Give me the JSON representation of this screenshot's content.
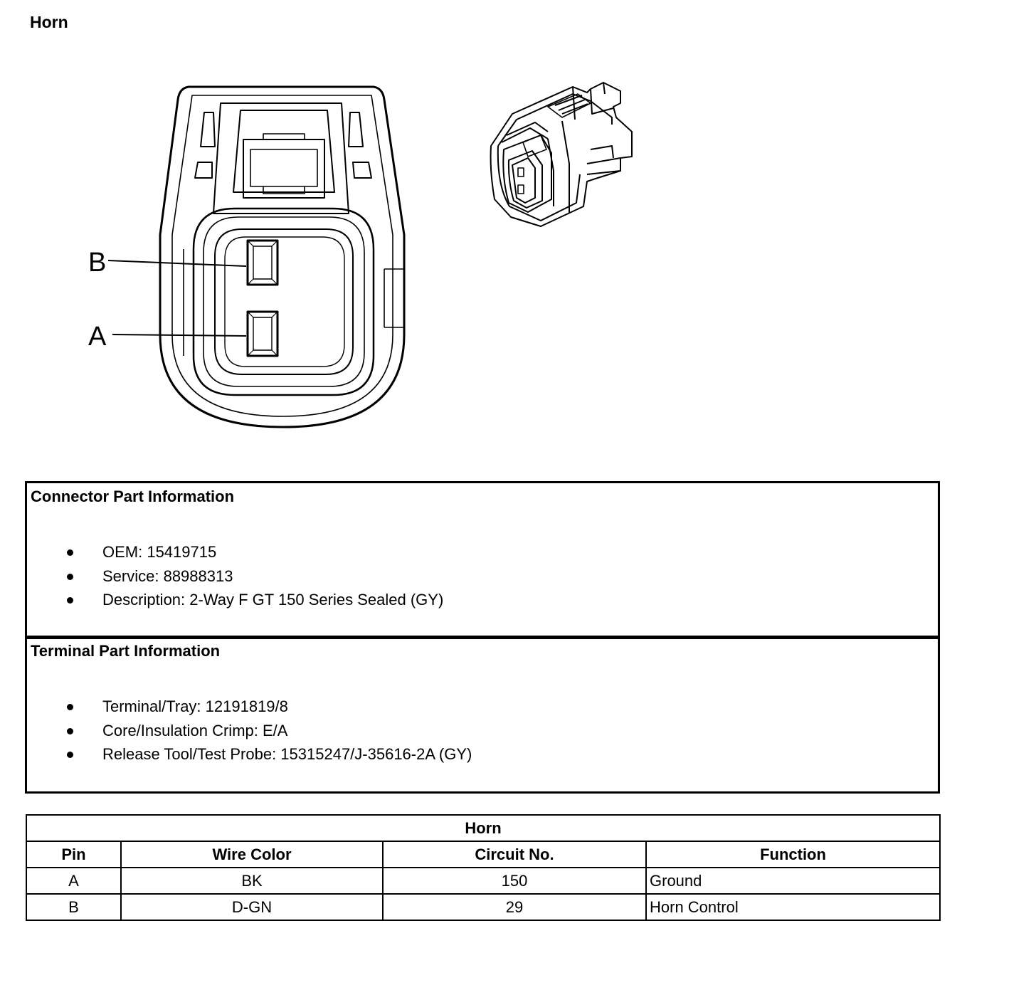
{
  "page": {
    "title": "Horn"
  },
  "diagram": {
    "pin_labels": [
      "B",
      "A"
    ]
  },
  "connector_info": {
    "heading": "Connector Part Information",
    "items": [
      "OEM: 15419715",
      "Service: 88988313",
      "Description: 2-Way F GT 150 Series Sealed (GY)"
    ]
  },
  "terminal_info": {
    "heading": "Terminal Part Information",
    "items": [
      "Terminal/Tray: 12191819/8",
      "Core/Insulation Crimp: E/A",
      "Release Tool/Test Probe: 15315247/J-35616-2A (GY)"
    ]
  },
  "pin_table": {
    "caption": "Horn",
    "headers": [
      "Pin",
      "Wire Color",
      "Circuit No.",
      "Function"
    ],
    "rows": [
      [
        "A",
        "BK",
        "150",
        "Ground"
      ],
      [
        "B",
        "D-GN",
        "29",
        "Horn Control"
      ]
    ]
  }
}
